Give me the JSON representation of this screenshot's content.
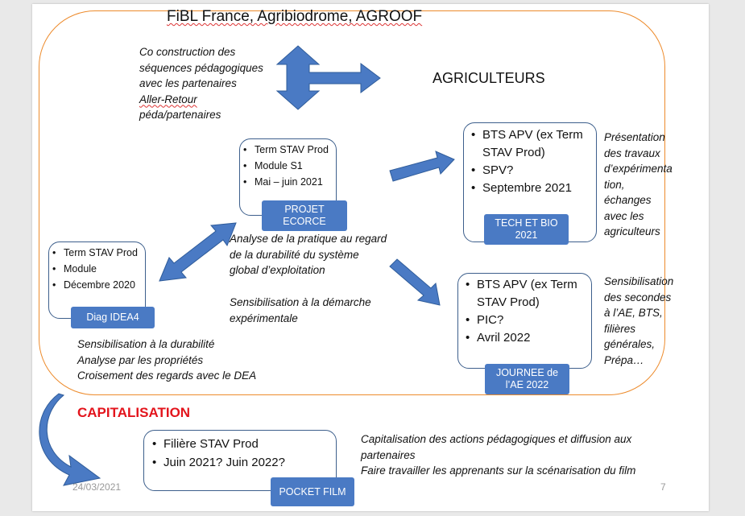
{
  "header": {
    "title": "FiBL France, Agribiodrome, AGROOF",
    "agriculteurs": "AGRICULTEURS"
  },
  "notes": {
    "coconstruction": [
      "Co construction des",
      "séquences pédagogiques",
      "avec les partenaires",
      "Aller-Retour",
      "péda/partenaires"
    ],
    "analyse": [
      "Analyse de la pratique au regard",
      "de la durabilité du système",
      "global d’exploitation"
    ],
    "sensibilisation_demarche": [
      "Sensibilisation à la démarche",
      "expérimentale"
    ],
    "diag_notes": [
      "Sensibilisation à la durabilité",
      "Analyse par les propriétés",
      "Croisement des regards avec le DEA"
    ],
    "presentation": [
      "Présentation",
      "des travaux",
      "d’expérimenta",
      "tion,",
      "échanges",
      "avec les",
      "agriculteurs"
    ],
    "secondes": [
      "Sensibilisation",
      "des secondes",
      "à l’AE, BTS,",
      "filières",
      "générales,",
      "Prépa…"
    ],
    "capitalisation_notes": [
      "Capitalisation des actions pédagogiques  et diffusion aux",
      "partenaires",
      "Faire travailler les apprenants sur la scénarisation du film"
    ]
  },
  "cards": {
    "projet": {
      "items": [
        "Term STAV Prod",
        "Module S1",
        "Mai – juin 2021"
      ],
      "tag": [
        "PROJET",
        "ECORCE"
      ]
    },
    "diag": {
      "items": [
        "Term STAV Prod",
        "Module",
        "Décembre 2020"
      ],
      "tag": [
        "Diag IDEA4"
      ]
    },
    "tech": {
      "items": [
        "BTS APV (ex Term",
        "STAV Prod)",
        "SPV?",
        "Septembre 2021"
      ],
      "tag": [
        "TECH ET BIO",
        "2021"
      ]
    },
    "journee": {
      "items": [
        "BTS APV (ex Term",
        "STAV Prod)",
        "PIC?",
        "Avril 2022"
      ],
      "tag": [
        "JOURNEE de",
        "l’AE 2022"
      ]
    },
    "pocket": {
      "items": [
        "Filière STAV Prod",
        "Juin 2021? Juin 2022?"
      ],
      "tag": [
        "POCKET FILM"
      ]
    }
  },
  "capitalisation": "CAPITALISATION",
  "footer": {
    "date": "24/03/2021",
    "page": "7"
  },
  "colors": {
    "arrow_fill": "#4a7ac4",
    "frame": "#ed8b2c",
    "capital": "#e3141c"
  }
}
